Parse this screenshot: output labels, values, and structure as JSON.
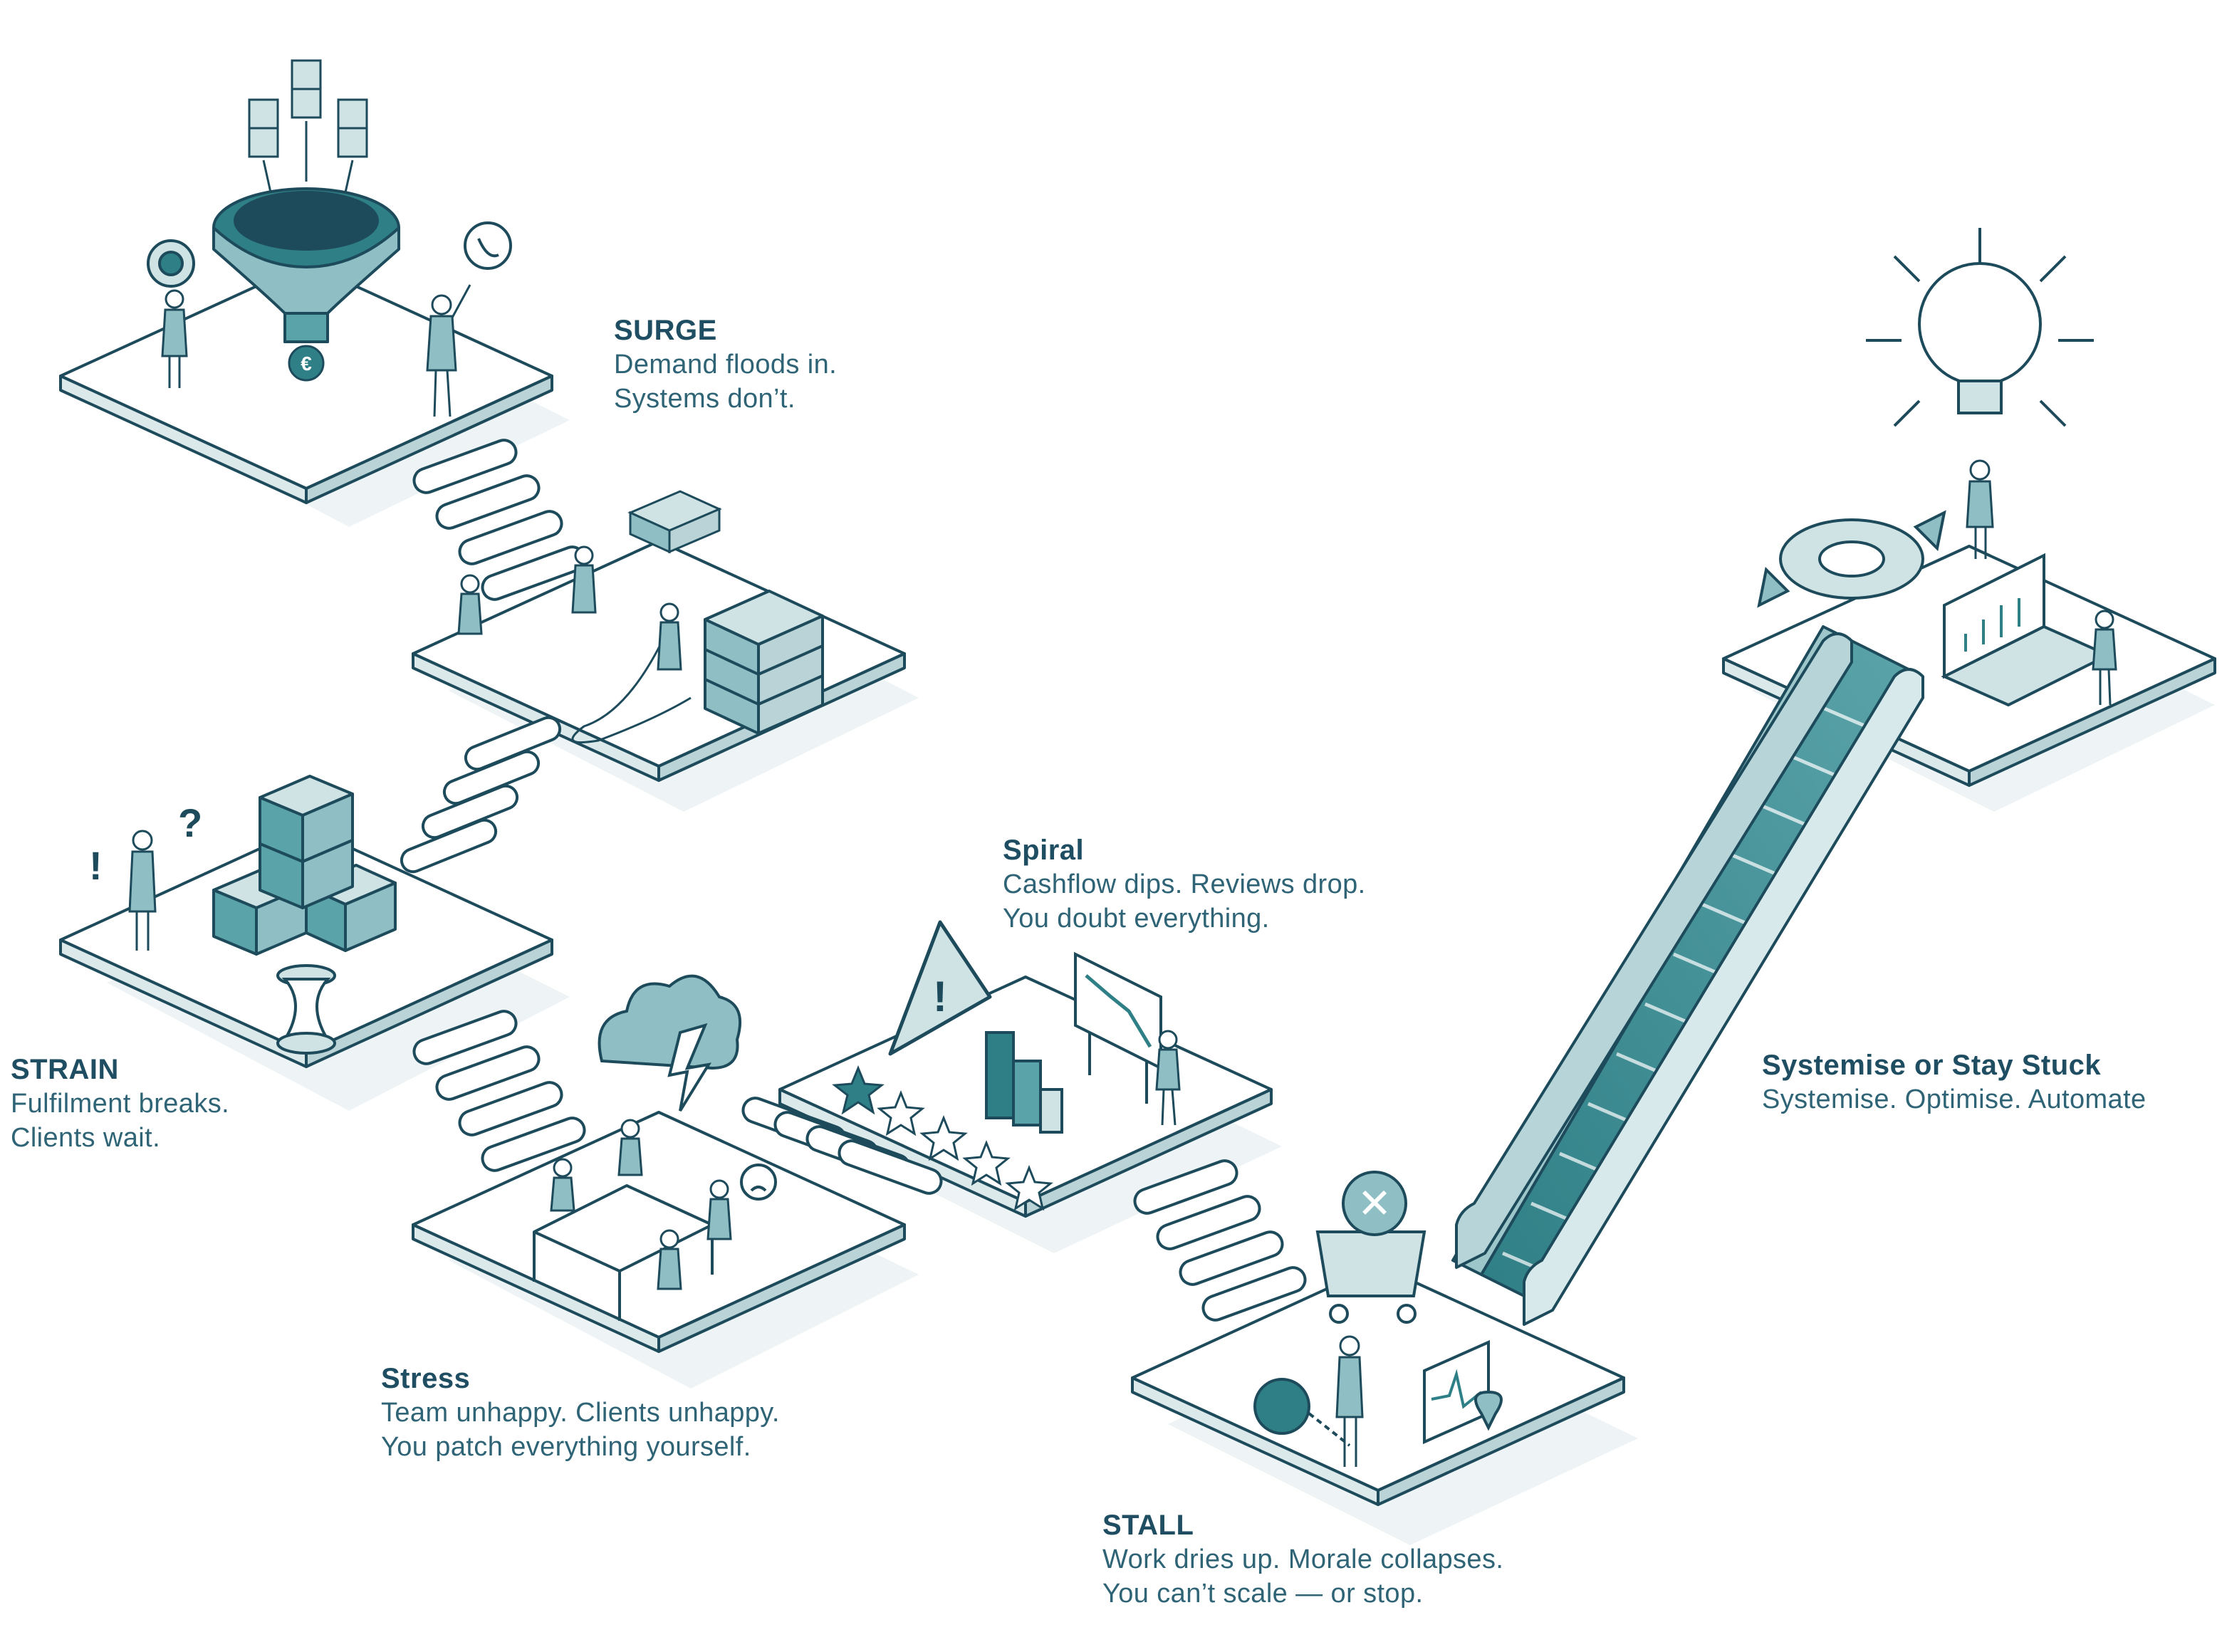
{
  "stages": {
    "surge": {
      "title": "SURGE",
      "lines": [
        "Demand floods in.",
        "Systems don’t."
      ]
    },
    "strain": {
      "title": "STRAIN",
      "lines": [
        "Fulfilment breaks.",
        "Clients wait."
      ]
    },
    "stress": {
      "title": "Stress",
      "lines": [
        "Team unhappy. Clients unhappy.",
        "You patch everything yourself."
      ]
    },
    "spiral": {
      "title": "Spiral",
      "lines": [
        "Cashflow dips. Reviews drop.",
        "You doubt everything."
      ]
    },
    "stall": {
      "title": "STALL",
      "lines": [
        "Work dries up. Morale collapses.",
        "You can’t scale — or stop."
      ]
    },
    "systemise": {
      "title": "Systemise or Stay Stuck",
      "lines": [
        "Systemise. Optimise. Automate"
      ]
    }
  },
  "icons": {
    "funnel_symbol": "€",
    "alert_symbol": "!",
    "question_symbol": "?",
    "reject_symbol": "✕"
  },
  "colors": {
    "text_dark": "#1f4e63",
    "teal": "#2f7f86",
    "teal_light": "#8fbfc4",
    "teal_pale": "#cfe3e5",
    "outline": "#1d4b5b",
    "shadow": "#eef4f5"
  }
}
